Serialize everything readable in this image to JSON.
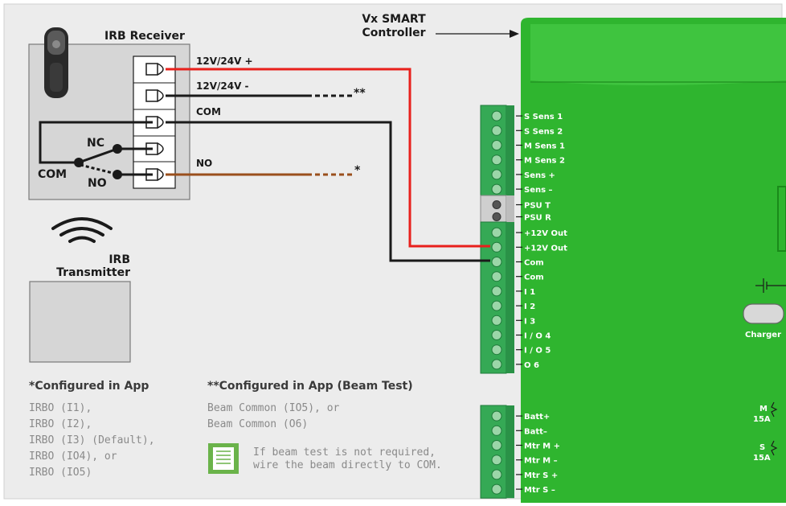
{
  "colors": {
    "background": "#ececec",
    "controller_green": "#2eb82e",
    "terminal_green": "#33a853",
    "wire_red": "#e8201c",
    "wire_black": "#1a1a1a",
    "wire_brown": "#9a4f1c",
    "gray_text": "#8a8a8a"
  },
  "receiver": {
    "title": "IRB Receiver",
    "terminal_labels": [
      "12V/24V +",
      "12V/24V -",
      "COM",
      "",
      "NO"
    ],
    "relay_nc": "NC",
    "relay_com": "COM",
    "relay_no": "NO",
    "black_wire_marker": "**",
    "brown_wire_marker": "*"
  },
  "transmitter": {
    "title_line1": "IRB",
    "title_line2": "Transmitter",
    "icon": "wifi-signal-icon"
  },
  "controller": {
    "title_line1": "Vx SMART",
    "title_line2": "Controller",
    "group1": [
      "S Sens 1",
      "S Sens 2",
      "M Sens 1",
      "M Sens 2",
      "Sens +",
      "Sens –"
    ],
    "group2": [
      "PSU T",
      "PSU R"
    ],
    "group3": [
      "+12V Out",
      "+12V Out",
      "Com",
      "Com",
      "I 1",
      "I 2",
      "I 3",
      "I / O 4",
      "I / O 5",
      "O 6"
    ],
    "group4": [
      "Batt+",
      "Batt–",
      "Mtr M +",
      "Mtr M –",
      "Mtr S +",
      "Mtr S –"
    ],
    "charger_label": "Charger",
    "fuse_m": {
      "letter": "M",
      "rating": "15A"
    },
    "fuse_s": {
      "letter": "S",
      "rating": "15A"
    }
  },
  "notes": {
    "single_heading": "*Configured in App",
    "single_items": [
      "IRBO (I1),",
      "IRBO (I2),",
      "IRBO (I3) (Default),",
      "IRBO (IO4), or",
      "IRBO (IO5)"
    ],
    "double_heading": "**Configured in App (Beam Test)",
    "double_items": [
      "Beam Common (IO5), or",
      "Beam Common (O6)"
    ],
    "tip_line1": "If beam test is not required,",
    "tip_line2": "wire the beam directly to COM.",
    "tip_icon": "note-icon"
  }
}
